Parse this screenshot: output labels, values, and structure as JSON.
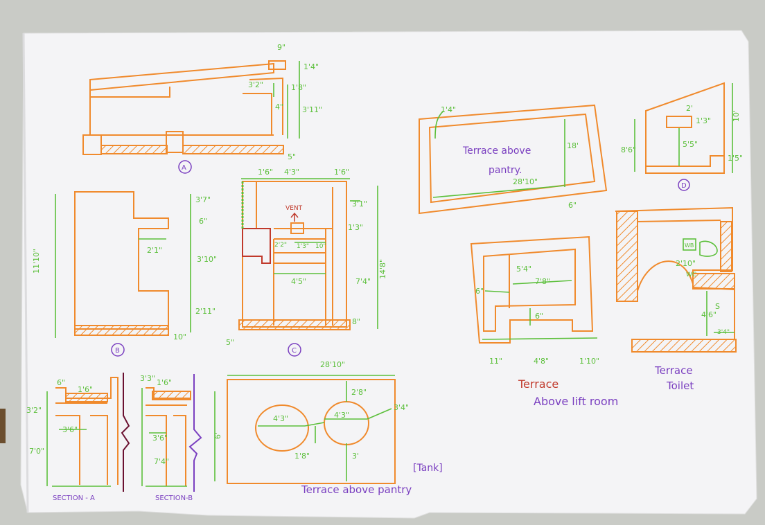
{
  "colors": {
    "orange": "#f08a2c",
    "green": "#5bbf3a",
    "purple": "#7a3fc0",
    "red": "#c0392b",
    "paper": "#f4f4f6",
    "background": "#c9cbc6"
  },
  "drawing_a": {
    "circle_label": "A",
    "dims": [
      "9\"",
      "1'4\"",
      "3'2\"",
      "1'8\"",
      "4\"",
      "3'11\"",
      "5\""
    ]
  },
  "drawing_b": {
    "circle_label": "B",
    "dims": [
      "11'10\"",
      "3'7\"",
      "6\"",
      "2'1\"",
      "3'10\"",
      "2'11\"",
      "10\""
    ]
  },
  "drawing_c": {
    "circle_label": "C",
    "vent_label": "VENT",
    "dims": [
      "1'6\"",
      "4'3\"",
      "1'6\"",
      "3'1\"",
      "1'3\"",
      "2'2\"",
      "1'3\"",
      "10\"",
      "4'5\"",
      "7'4\"",
      "14'8\"",
      "5\"",
      "8\""
    ]
  },
  "section_a": {
    "label": "SECTION - A",
    "dims": [
      "6\"",
      "3'2\"",
      "1'6\"",
      "3'6\"",
      "7'0\""
    ]
  },
  "section_b": {
    "label": "SECTION-B",
    "dims": [
      "3'3\"",
      "1'6\"",
      "3'6\"",
      "7'4\""
    ]
  },
  "tank": {
    "tag": "[Tank]",
    "caption": "Terrace above pantry",
    "dims": [
      "28'10\"",
      "2'8\"",
      "4'3\"",
      "4'3\"",
      "3'4\"",
      "1'8\"",
      "3'",
      "6'"
    ]
  },
  "terrace_pantry": {
    "text_line1": "Terrace above",
    "text_line2": "pantry.",
    "dims": [
      "1'4\"",
      "18'",
      "28'10\"",
      "6\""
    ]
  },
  "drawing_d": {
    "circle_label": "D",
    "dims": [
      "2'",
      "1'3\"",
      "5'5\"",
      "8'6\"",
      "10'",
      "1'5\""
    ]
  },
  "lift_room": {
    "caption_line1": "Terrace",
    "caption_line2": "Above lift room",
    "dims": [
      "5'4\"",
      "7'8\"",
      "6\"",
      "6\"",
      "11\"",
      "4'8\"",
      "1'10\""
    ]
  },
  "toilet": {
    "caption_line1": "Terrace",
    "caption_line2": "Toilet",
    "dims": [
      "WB",
      "2'10\"",
      "WC",
      "4'6\"",
      "S",
      "3'4\""
    ]
  }
}
